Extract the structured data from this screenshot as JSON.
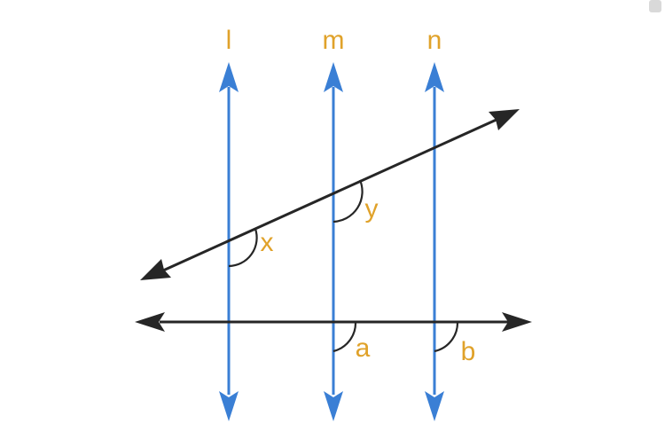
{
  "colors": {
    "parallel_lines": "#3a7fd5",
    "transversals": "#262626",
    "labels": "#e0a22a",
    "background": "#ffffff"
  },
  "labels": {
    "line_l": "l",
    "line_m": "m",
    "line_n": "n",
    "angle_x": "x",
    "angle_y": "y",
    "angle_a": "a",
    "angle_b": "b"
  }
}
